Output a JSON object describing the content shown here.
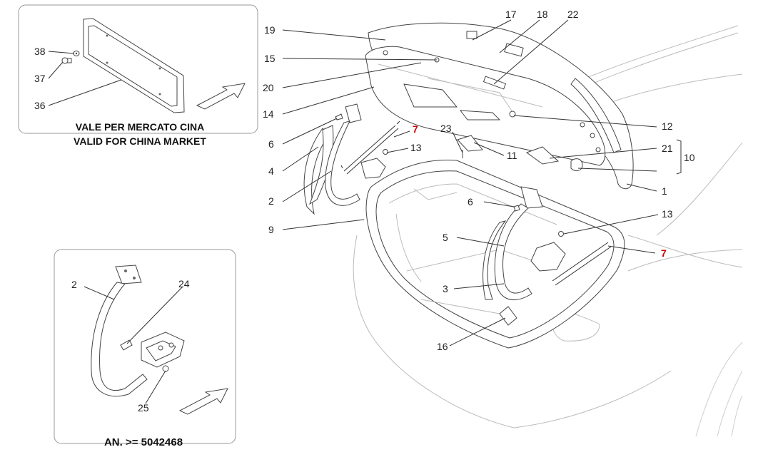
{
  "inset_top": {
    "caption_line1": "VALE PER MERCATO CINA",
    "caption_line2": "VALID FOR CHINA MARKET",
    "labels": {
      "p38": "38",
      "p37": "37",
      "p36": "36"
    }
  },
  "inset_bottom": {
    "caption": "AN. >= 5042468",
    "labels": {
      "p2": "2",
      "p24": "24",
      "p25": "25"
    }
  },
  "main": {
    "labels": {
      "p19": "19",
      "p15": "15",
      "p20": "20",
      "p14": "14",
      "p6a": "6",
      "p4": "4",
      "p2": "2",
      "p9": "9",
      "p17": "17",
      "p18": "18",
      "p22": "22",
      "p7a": "7",
      "p13a": "13",
      "p23": "23",
      "p11": "11",
      "p12": "12",
      "p21": "21",
      "p10": "10",
      "p1": "1",
      "p6b": "6",
      "p13b": "13",
      "p5": "5",
      "p7b": "7",
      "p3": "3",
      "p16": "16"
    }
  },
  "colors": {
    "highlight_label": "#cc0000",
    "line": "#333333",
    "box_border": "#999999"
  }
}
